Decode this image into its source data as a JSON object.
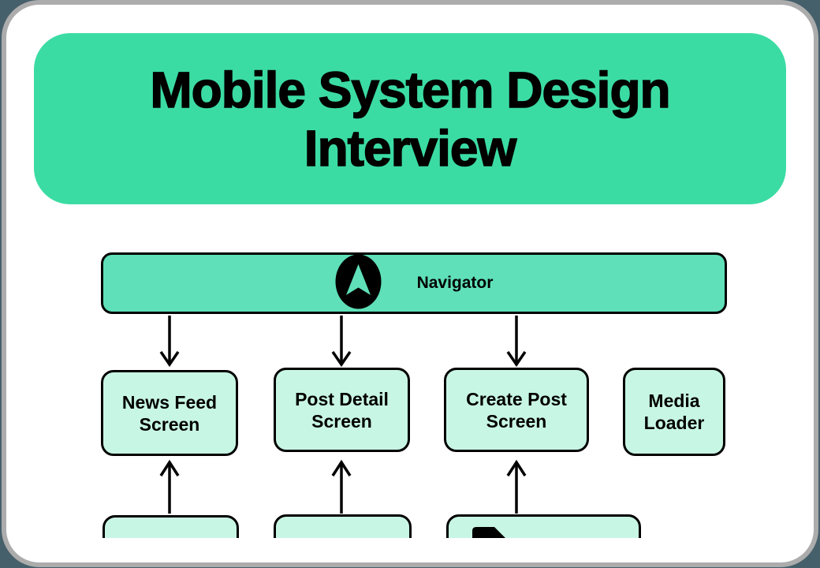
{
  "header": {
    "title": "Mobile System Design\nInterview"
  },
  "navigator": {
    "label": "Navigator",
    "icon": "navigation-arrow-icon"
  },
  "screens": [
    {
      "label": "News Feed\nScreen"
    },
    {
      "label": "Post Detail\nScreen"
    },
    {
      "label": "Create Post\nScreen"
    },
    {
      "label": "Media\nLoader"
    }
  ],
  "bottom_nodes": [
    {
      "icon": ""
    },
    {
      "icon": ""
    },
    {
      "icon": "file-icon"
    }
  ],
  "colors": {
    "page-bg": "#46606b",
    "card-border": "#acacac",
    "card-bg": "#ffffff",
    "header-bg": "#3bdca4",
    "navigator-bg": "#5fe0b8",
    "node-bg": "#c8f6e4",
    "line": "#000000",
    "text": "#000000"
  }
}
